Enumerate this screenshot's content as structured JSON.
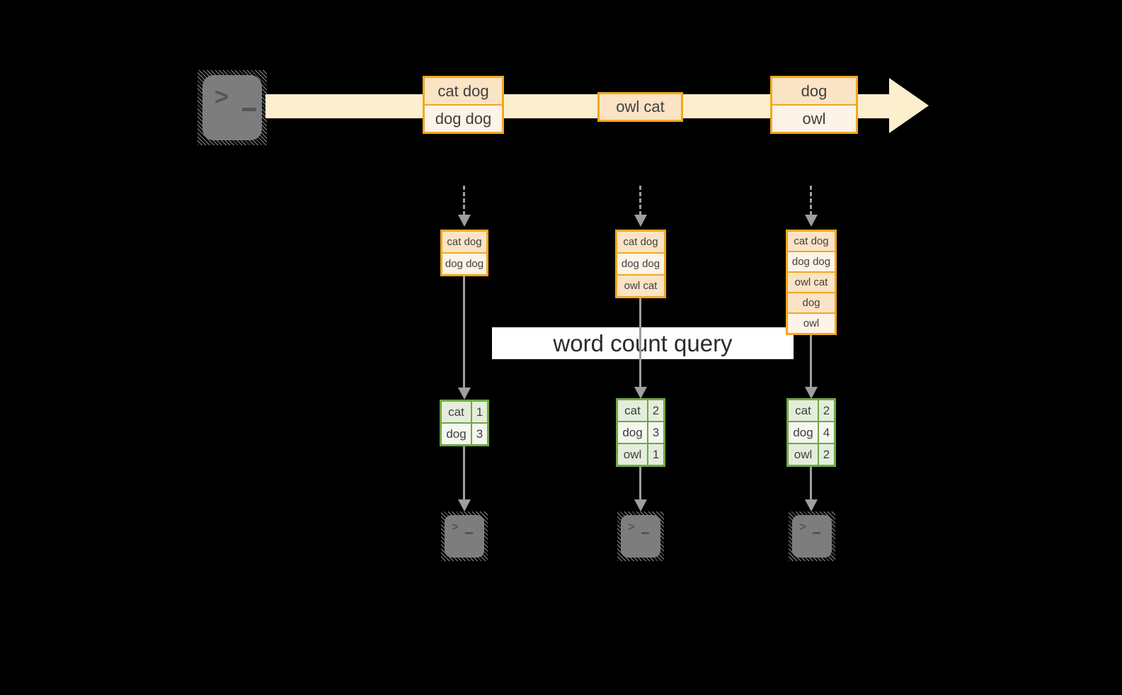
{
  "colors": {
    "background": "#000000",
    "stream_band": "#fcefce",
    "event_border": "#f0a81e",
    "event_fill_dark": "#fbe3c5",
    "event_fill_light": "#fdf3e6",
    "table_border": "#6fa845",
    "table_fill_dark": "#e4eddb",
    "table_fill_light": "#f3f7ef",
    "arrow_gray": "#9e9e9e",
    "terminal_gray": "#7d7d7d",
    "text_dark": "#3f3f3f"
  },
  "icons": {
    "terminal": "terminal-icon",
    "prompt_chevron": ">"
  },
  "stream": {
    "events": [
      {
        "lines": [
          "cat dog",
          "dog dog"
        ]
      },
      {
        "lines": [
          "owl cat"
        ]
      },
      {
        "lines": [
          "dog",
          "owl"
        ]
      }
    ]
  },
  "query": {
    "label": "word count query"
  },
  "snapshots": [
    {
      "buffer": [
        "cat dog",
        "dog dog"
      ],
      "counts": [
        {
          "word": "cat",
          "count": "1"
        },
        {
          "word": "dog",
          "count": "3"
        }
      ]
    },
    {
      "buffer": [
        "cat dog",
        "dog dog",
        "owl cat"
      ],
      "counts": [
        {
          "word": "cat",
          "count": "2"
        },
        {
          "word": "dog",
          "count": "3"
        },
        {
          "word": "owl",
          "count": "1"
        }
      ]
    },
    {
      "buffer": [
        "cat dog",
        "dog dog",
        "owl cat",
        "dog",
        "owl"
      ],
      "counts": [
        {
          "word": "cat",
          "count": "2"
        },
        {
          "word": "dog",
          "count": "4"
        },
        {
          "word": "owl",
          "count": "2"
        }
      ]
    }
  ]
}
